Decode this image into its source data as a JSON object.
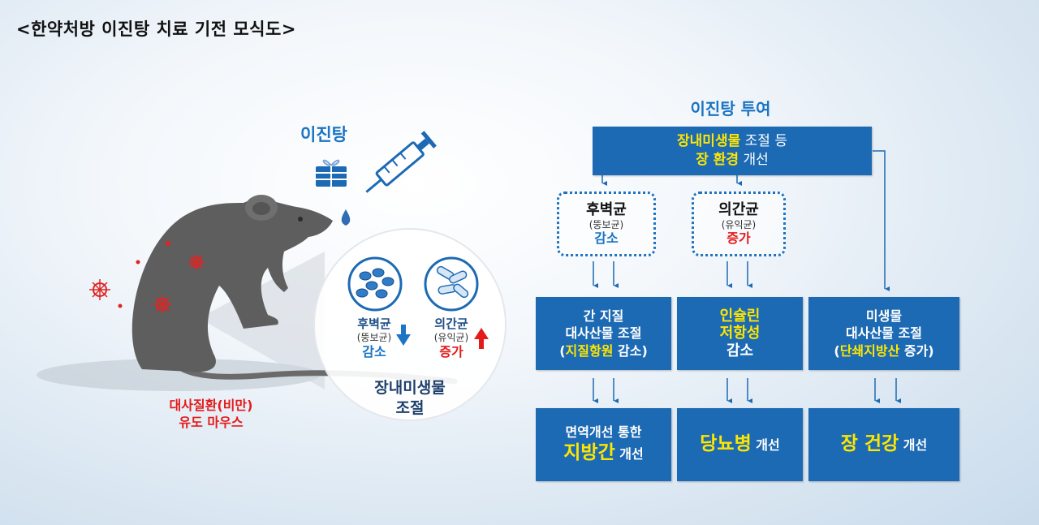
{
  "title": "<한약처방 이진탕 치료 기전 모식도>",
  "left": {
    "drug_label": "이진탕",
    "mouse_label_line1": "대사질환(비만)",
    "mouse_label_line2": "유도 마우스",
    "bacteria1": {
      "name": "후벽균",
      "sub": "(뚱보균)",
      "change": "감소"
    },
    "bacteria2": {
      "name": "의간균",
      "sub": "(유익균)",
      "change": "증가"
    },
    "circle_caption_line1": "장내미생물",
    "circle_caption_line2": "조절"
  },
  "flow": {
    "heading": "이진탕 투여",
    "top_box": {
      "line1_highlight": "장내미생물",
      "line1_rest": " 조절 등",
      "line2_highlight": "장 환경",
      "line2_rest": " 개선"
    },
    "dashed1": {
      "name": "후벽균",
      "sub": "(뚱보균)",
      "change": "감소"
    },
    "dashed2": {
      "name": "의간균",
      "sub": "(유익균)",
      "change": "증가"
    },
    "mid1": {
      "line1": "간 지질",
      "line2": "대사산물 조절",
      "open": "(",
      "highlight": "지질항원",
      "rest": " 감소)"
    },
    "mid2": {
      "line1": "인슐린",
      "line2": "저항성",
      "line3": "감소"
    },
    "mid3": {
      "line1": "미생물",
      "line2": "대사산물 조절",
      "open": "(",
      "highlight": "단쇄지방산",
      "rest": " 증가)"
    },
    "bot1": {
      "line1": "면역개선 통한",
      "highlight": "지방간",
      "rest": " 개선"
    },
    "bot2": {
      "highlight": "당뇨병",
      "rest": " 개선"
    },
    "bot3": {
      "highlight": "장 건강",
      "rest": " 개선"
    }
  },
  "colors": {
    "box": "#1c6ab4",
    "highlight": "#ffe600",
    "increase": "#e41b1b",
    "decrease": "#1b74c4"
  }
}
